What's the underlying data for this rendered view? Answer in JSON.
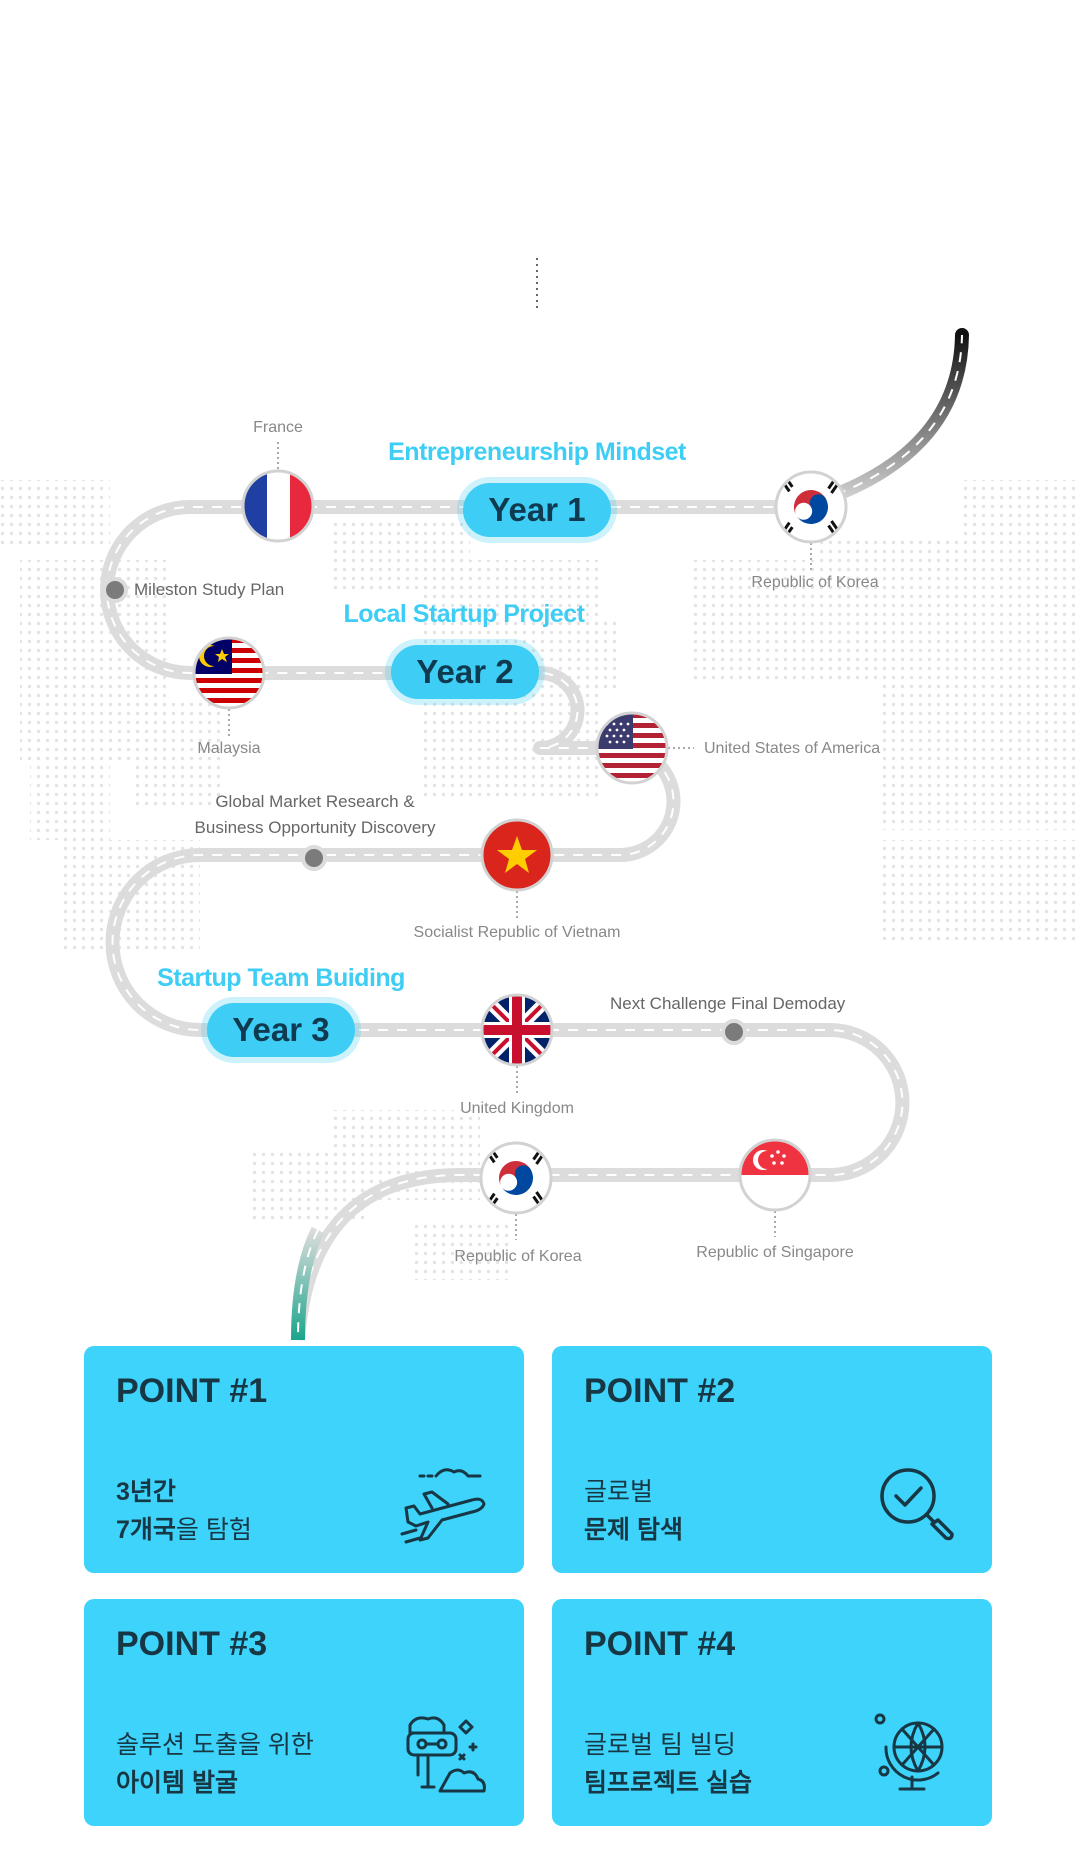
{
  "roadmap": {
    "years": [
      {
        "label": "Year 1",
        "heading": "Entrepreneurship Mindset"
      },
      {
        "label": "Year 2",
        "heading": "Local Startup Project"
      },
      {
        "label": "Year 3",
        "heading": "Startup Team Buiding"
      }
    ],
    "milestones": [
      "Mileston Study Plan",
      "Global Market Research &",
      "Business Opportunity Discovery",
      "Next Challenge Final Demoday"
    ],
    "countries": [
      {
        "name": "France",
        "flag": "france-flag"
      },
      {
        "name": "Republic of Korea",
        "flag": "korea-flag"
      },
      {
        "name": "Malaysia",
        "flag": "malaysia-flag"
      },
      {
        "name": "United States of America",
        "flag": "usa-flag"
      },
      {
        "name": "Socialist Republic of Vietnam",
        "flag": "vietnam-flag"
      },
      {
        "name": "United Kingdom",
        "flag": "uk-flag"
      },
      {
        "name": "Republic of Korea",
        "flag": "korea-flag"
      },
      {
        "name": "Republic of Singapore",
        "flag": "singapore-flag"
      }
    ]
  },
  "points": [
    {
      "title": "POINT #1",
      "line1_strong": "3년간",
      "line2_strong": "7개국",
      "line2_rest": "을 탐험",
      "icon": "airplane-icon"
    },
    {
      "title": "POINT #2",
      "line1": "글로벌",
      "line2_strong": "문제 탐색",
      "icon": "magnifier-check-icon"
    },
    {
      "title": "POINT #3",
      "line1": "솔루션 도출을 위한",
      "line2_strong": "아이템 발굴",
      "icon": "excavator-icon"
    },
    {
      "title": "POINT #4",
      "line1": "글로벌 팀 빌딩",
      "line2_strong": "팀프로젝트 실습",
      "icon": "globe-icon"
    }
  ],
  "colors": {
    "accent": "#3dcdf5",
    "card": "#3dd3fb",
    "card_text": "#173744",
    "road": "#dcdcdc",
    "road_dash": "#ffffff"
  }
}
